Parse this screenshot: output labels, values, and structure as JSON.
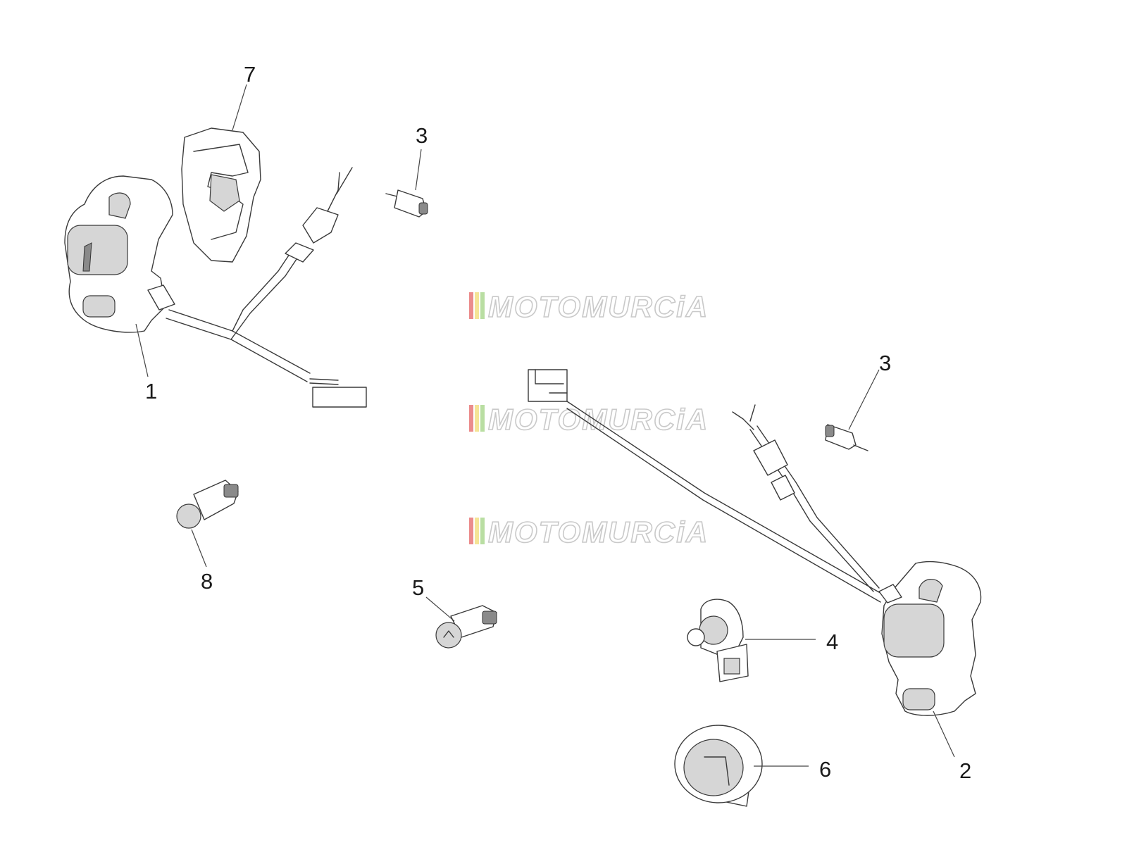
{
  "callouts": {
    "c1": "1",
    "c2": "2",
    "c3a": "3",
    "c3b": "3",
    "c4": "4",
    "c5": "5",
    "c6": "6",
    "c7": "7",
    "c8": "8"
  },
  "watermark": {
    "text": "MOTOMURCiA",
    "stripe_colors": [
      "#e25b5b",
      "#f1d86a",
      "#9bd07a"
    ]
  },
  "colors": {
    "line": "#3a3a3a",
    "shade": "#d6d6d6",
    "background": "#ffffff"
  }
}
